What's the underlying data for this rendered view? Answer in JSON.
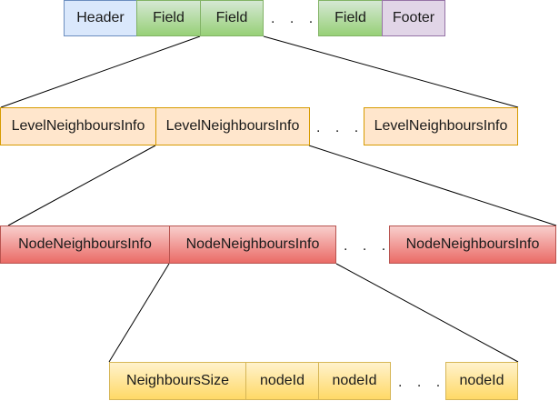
{
  "row1": {
    "header": "Header",
    "field_1": "Field",
    "field_2": "Field",
    "ellipsis": ". . .",
    "field_3": "Field",
    "footer": "Footer"
  },
  "row2": {
    "level_1": "LevelNeighboursInfo",
    "level_2": "LevelNeighboursInfo",
    "ellipsis": ". . .",
    "level_3": "LevelNeighboursInfo"
  },
  "row3": {
    "node_1": "NodeNeighboursInfo",
    "node_2": "NodeNeighboursInfo",
    "ellipsis": ". . .",
    "node_3": "NodeNeighboursInfo"
  },
  "row4": {
    "size": "NeighboursSize",
    "node_id_1": "nodeId",
    "node_id_2": "nodeId",
    "ellipsis": ". . .",
    "node_id_3": "nodeId"
  }
}
